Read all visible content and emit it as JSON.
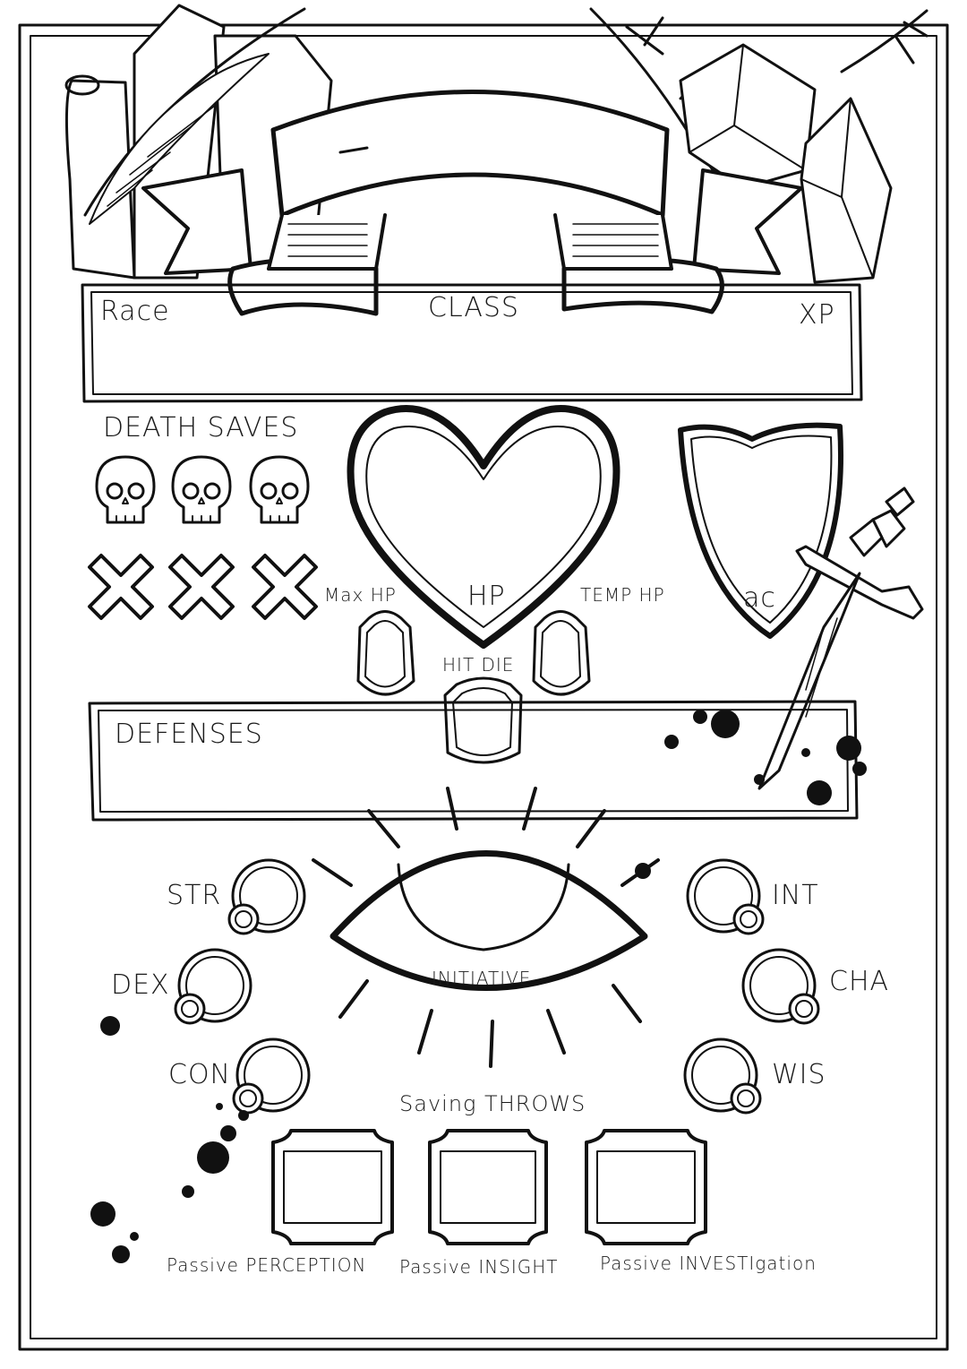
{
  "header": {
    "race_label": "Race",
    "class_label": "CLASS",
    "xp_label": "XP"
  },
  "death_saves": {
    "label": "DEATH SAVES",
    "success_icons": [
      "skull-icon",
      "skull-icon",
      "skull-icon"
    ],
    "failure_icons": [
      "x-mark-icon",
      "x-mark-icon",
      "x-mark-icon"
    ]
  },
  "vitals": {
    "max_hp_label": "Max HP",
    "hp_label": "HP",
    "temp_hp_label": "TEMP HP",
    "hit_die_label": "HIT DIE",
    "ac_label": "ac"
  },
  "defenses": {
    "label": "DEFENSES"
  },
  "initiative": {
    "label": "INITIATIVE"
  },
  "saving_throws": {
    "label": "Saving THROWS",
    "left": [
      "STR",
      "DEX",
      "CON"
    ],
    "right": [
      "INT",
      "CHA",
      "WIS"
    ]
  },
  "passives": {
    "labels": [
      "Passive PERCEPTION",
      "Passive INSIGHT",
      "Passive INVESTIgation"
    ]
  },
  "colors": {
    "ink": "#111111",
    "paper": "#ffffff"
  }
}
